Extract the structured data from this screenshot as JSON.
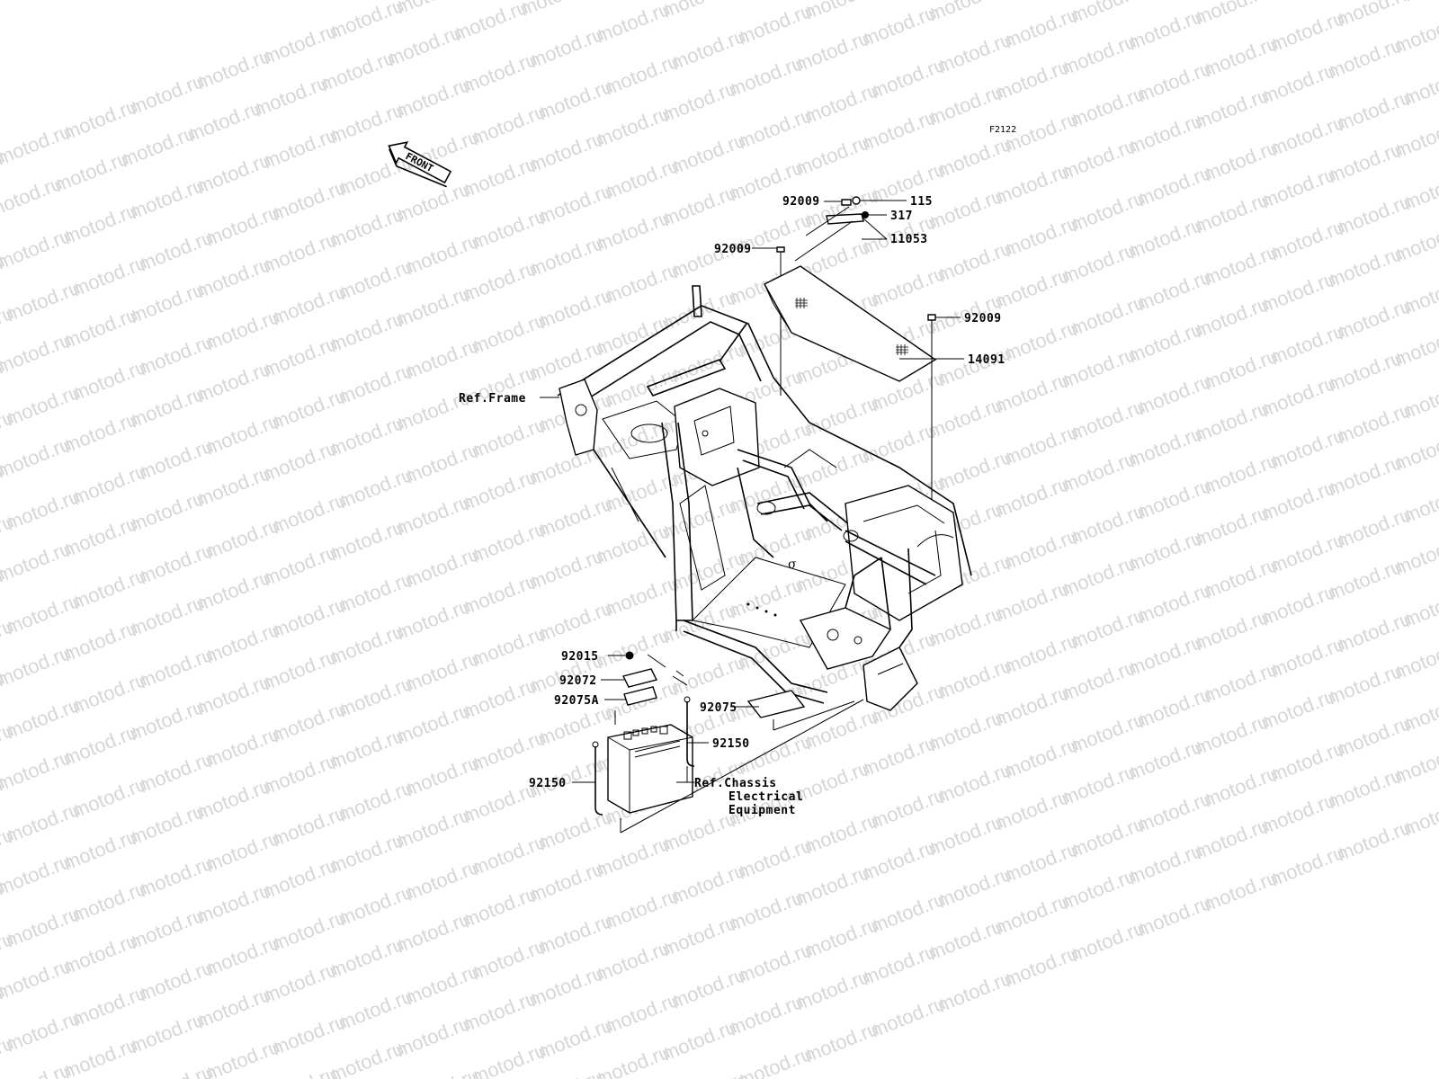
{
  "figure_code": "F2122",
  "front_arrow_label": "FRONT",
  "watermark": "motod.ru",
  "labels": {
    "p92009_a": "92009",
    "p115": "115",
    "p317": "317",
    "p11053": "11053",
    "p92009_b": "92009",
    "p92009_c": "92009",
    "p14091": "14091",
    "ref_frame": "Ref.Frame",
    "p92015": "92015",
    "p92072": "92072",
    "p92075A": "92075A",
    "p92075": "92075",
    "p92150_a": "92150",
    "p92150_b": "92150",
    "ref_chassis_1": "Ref.Chassis",
    "ref_chassis_2": "Electrical",
    "ref_chassis_3": "Equipment"
  }
}
